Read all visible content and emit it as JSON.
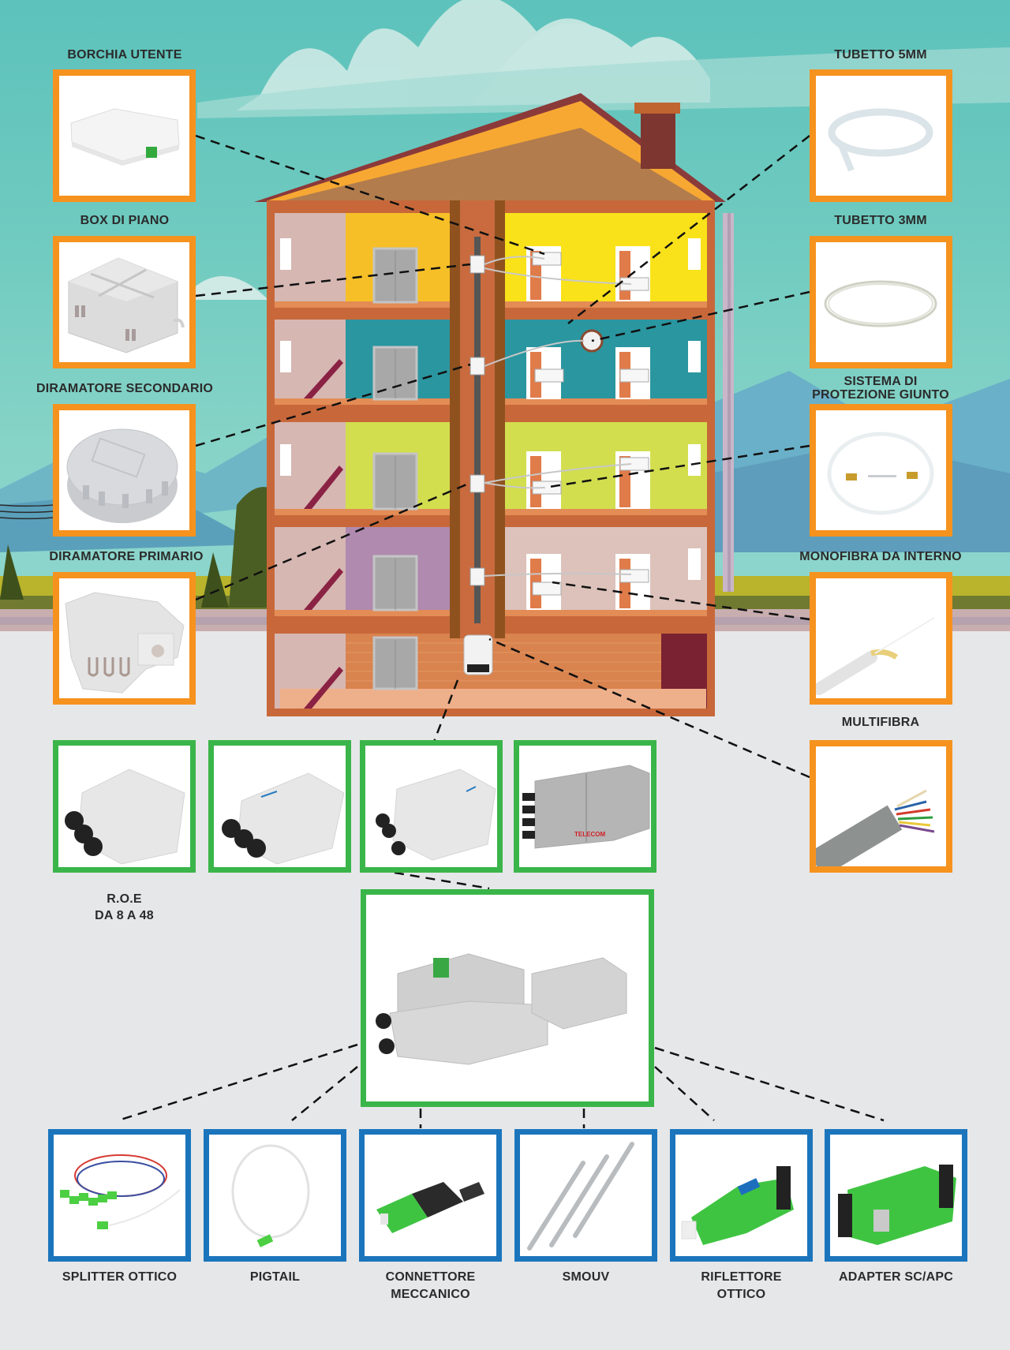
{
  "colors": {
    "sky": "#5cc2bb",
    "ground": "#e6e7e9",
    "orange_frame": "#f6921e",
    "green_frame": "#3ab54a",
    "blue_frame": "#1b75bc",
    "building": "#c8683a",
    "label_text": "#2b2b2b"
  },
  "left_column": [
    {
      "label": "BORCHIA UTENTE",
      "icon": "wall-outlet-box"
    },
    {
      "label": "BOX DI PIANO",
      "icon": "floor-box"
    },
    {
      "label": "DIRAMATORE SECONDARIO",
      "icon": "round-splitter"
    },
    {
      "label": "DIRAMATORE PRIMARIO",
      "icon": "primary-splitter"
    }
  ],
  "right_column": [
    {
      "label": "TUBETTO 5MM",
      "icon": "tube-coil"
    },
    {
      "label": "TUBETTO 3MM",
      "icon": "thin-tube-coil"
    },
    {
      "label_line1": "SISTEMA DI",
      "label_line2": "PROTEZIONE GIUNTO",
      "icon": "splice-protection"
    },
    {
      "label": "MONOFIBRA DA INTERNO",
      "icon": "single-fiber-cable"
    },
    {
      "label": "MULTIFIBRA",
      "icon": "multi-fiber-cable"
    }
  ],
  "roe_group": {
    "label_line1": "R.O.E",
    "label_line2": "DA 8 A 48",
    "items": [
      {
        "icon": "roe-box-3-glands"
      },
      {
        "icon": "roe-box-3-glands-branded"
      },
      {
        "icon": "roe-box-side-glands"
      },
      {
        "icon": "roe-box-telecom"
      }
    ],
    "brand_text": "TELECOM"
  },
  "open_box": {
    "icon": "open-roe-box"
  },
  "bottom_row": [
    {
      "label": "SPLITTER OTTICO",
      "icon": "optical-splitter"
    },
    {
      "label": "PIGTAIL",
      "icon": "pigtail"
    },
    {
      "label_line1": "CONNETTORE",
      "label_line2": "MECCANICO",
      "icon": "mechanical-connector"
    },
    {
      "label": "SMOUV",
      "icon": "smouv-sleeves"
    },
    {
      "label_line1": "RIFLETTORE",
      "label_line2": "OTTICO",
      "icon": "optical-reflector"
    },
    {
      "label": "ADAPTER SC/APC",
      "icon": "sc-apc-adapter"
    }
  ]
}
